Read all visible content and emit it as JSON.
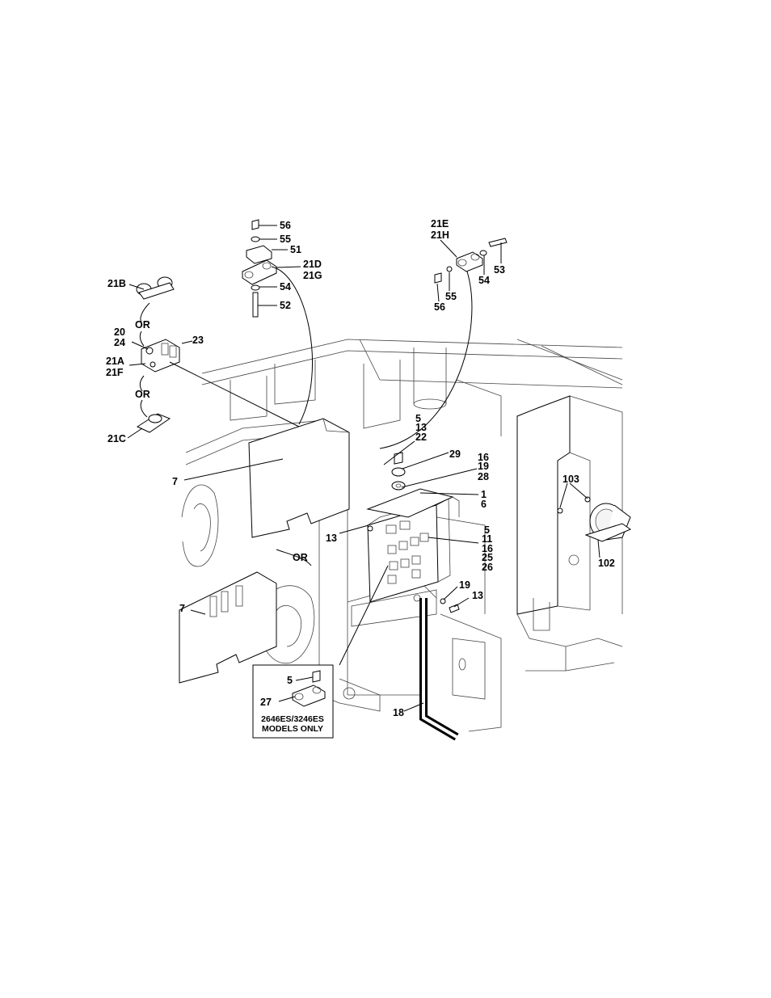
{
  "labels": {
    "l56a": "56",
    "l55a": "55",
    "l51": "51",
    "l21d": "21D",
    "l21g": "21G",
    "l54a": "54",
    "l52": "52",
    "l21e": "21E",
    "l21h": "21H",
    "l53": "53",
    "l54b": "54",
    "l55b": "55",
    "l56b": "56",
    "l21b": "21B",
    "lor1": "OR",
    "l20": "20",
    "l24": "24",
    "l23": "23",
    "l21a": "21A",
    "l21f": "21F",
    "lor2": "OR",
    "l21c": "21C",
    "l5a": "5",
    "l13a": "13",
    "l22": "22",
    "l29": "29",
    "l16a": "16",
    "l19a": "19",
    "l28": "28",
    "l1": "1",
    "l6": "6",
    "l7a": "7",
    "l13b": "13",
    "lor3": "OR",
    "l5b": "5",
    "l11": "11",
    "l16b": "16",
    "l25": "25",
    "l26": "26",
    "l19b": "19",
    "l13c": "13",
    "l7b": "7",
    "l103": "103",
    "l102": "102",
    "l5c": "5",
    "l27": "27",
    "l18": "18"
  },
  "inset": {
    "line1": "2646ES/3246ES",
    "line2": "MODELS ONLY"
  }
}
